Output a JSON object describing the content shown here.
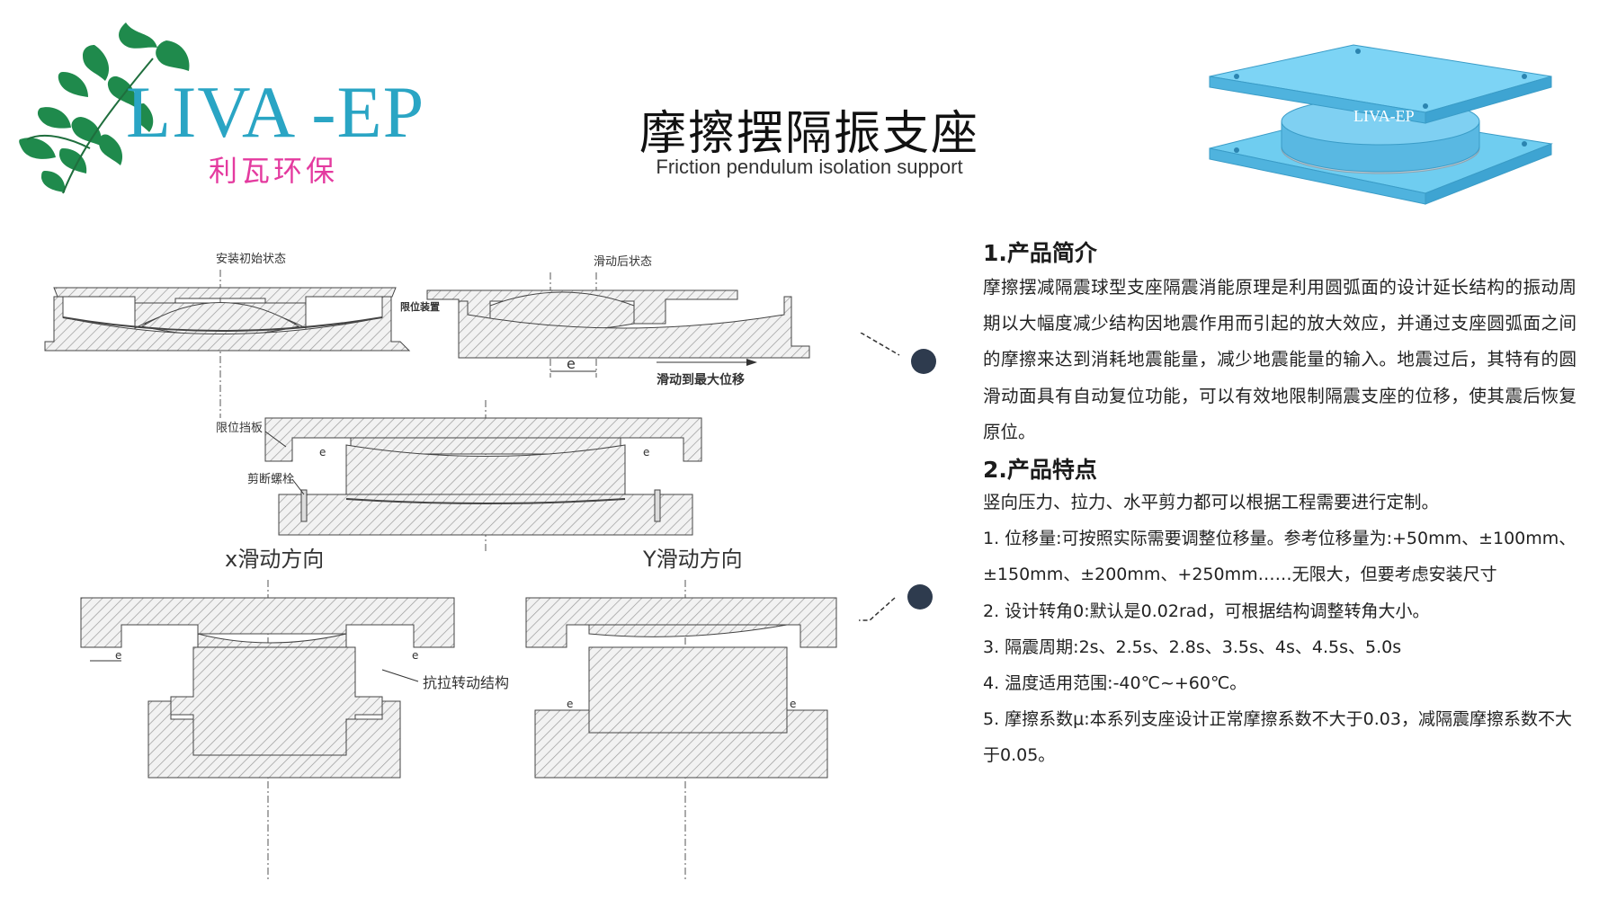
{
  "logo": {
    "brand": "LIVA -EP",
    "brand_cn": "利瓦环保",
    "colors": {
      "brand": "#2aa5c4",
      "cn": "#e43a9f",
      "leaves": "#1f8a4c"
    }
  },
  "title": {
    "cn": "摩擦摆隔振支座",
    "en": "Friction pendulum isolation support"
  },
  "product_image": {
    "watermark": "LIVA-EP",
    "color": "#5bc2ea"
  },
  "diagram": {
    "labels": {
      "install_state": "安装初始状态",
      "after_slide": "滑动后状态",
      "limit_device": "限位装置",
      "e": "e",
      "slide_max": "滑动到最大位移",
      "limit_plate": "限位挡板",
      "shear_bolt": "剪断螺栓",
      "x_dir": "x滑动方向",
      "y_dir": "Y滑动方向",
      "tension_rot": "抗拉转动结构"
    }
  },
  "intro": {
    "heading": "1.产品简介",
    "body": "摩擦摆减隔震球型支座隔震消能原理是利用圆弧面的设计延长结构的振动周期以大幅度减少结构因地震作用而引起的放大效应，并通过支座圆弧面之间的摩擦来达到消耗地震能量，减少地震能量的输入。地震过后，其特有的圆滑动面具有自动复位功能，可以有效地限制隔震支座的位移，使其震后恢复原位。"
  },
  "features": {
    "heading": "2.产品特点",
    "lead": "竖向压力、拉力、水平剪力都可以根据工程需要进行定制。",
    "items": [
      "1. 位移量:可按照实际需要调整位移量。参考位移量为:+50mm、±100mm、±150mm、±200mm、+250mm……无限大，但要考虑安装尺寸",
      "2. 设计转角0:默认是0.02rad，可根据结构调整转角大小。",
      "3. 隔震周期:2s、2.5s、2.8s、3.5s、4s、4.5s、5.0s",
      "4. 温度适用范围:-40℃~+60℃。",
      "5. 摩擦系数μ:本系列支座设计正常摩擦系数不大于0.03，减隔震摩擦系数不大于0.05。"
    ]
  },
  "colors": {
    "callout": "#2e3b4e",
    "hatch": "#888888"
  }
}
